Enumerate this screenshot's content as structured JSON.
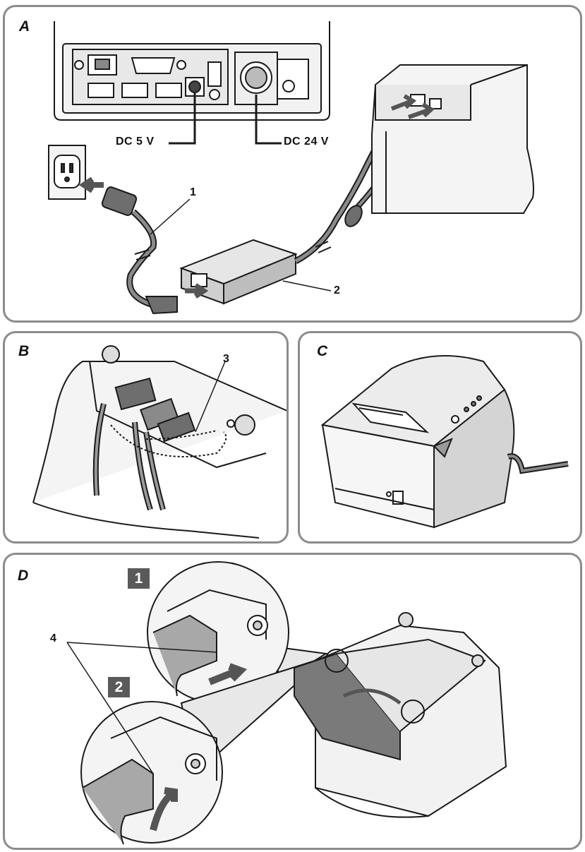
{
  "panels": {
    "a": {
      "letter": "A",
      "callout_1": "1",
      "callout_2": "2",
      "dc5": "DC 5 V",
      "dc24": "DC 24 V"
    },
    "b": {
      "letter": "B",
      "callout_3": "3"
    },
    "c": {
      "letter": "C"
    },
    "d": {
      "letter": "D",
      "callout_4": "4",
      "step_1": "1",
      "step_2": "2"
    }
  },
  "colors": {
    "border": "#8c8c8c",
    "line": "#1a1a1a",
    "shade_dark": "#6e6e6e",
    "shade_mid": "#a8a8a8",
    "shade_light": "#dcdcdc"
  }
}
